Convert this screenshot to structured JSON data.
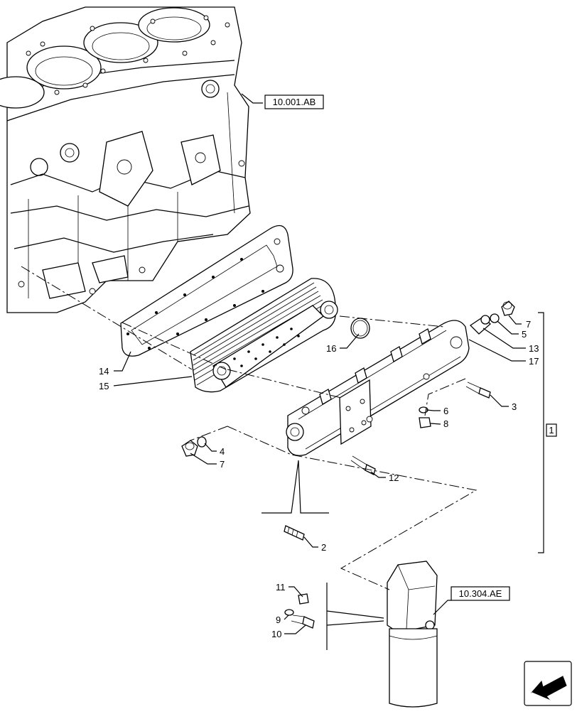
{
  "references": {
    "engine_block": "10.001.AB",
    "oil_filter": "10.304.AE",
    "assembly": "1"
  },
  "callouts": {
    "c14": "14",
    "c15": "15",
    "c16": "16",
    "c7a": "7",
    "c5": "5",
    "c13": "13",
    "c17": "17",
    "c3": "3",
    "c6": "6",
    "c8": "8",
    "c4": "4",
    "c7b": "7",
    "c12": "12",
    "c2": "2",
    "c11": "11",
    "c9": "9",
    "c10": "10"
  },
  "icons": {
    "navigation": "arrow-icon"
  }
}
